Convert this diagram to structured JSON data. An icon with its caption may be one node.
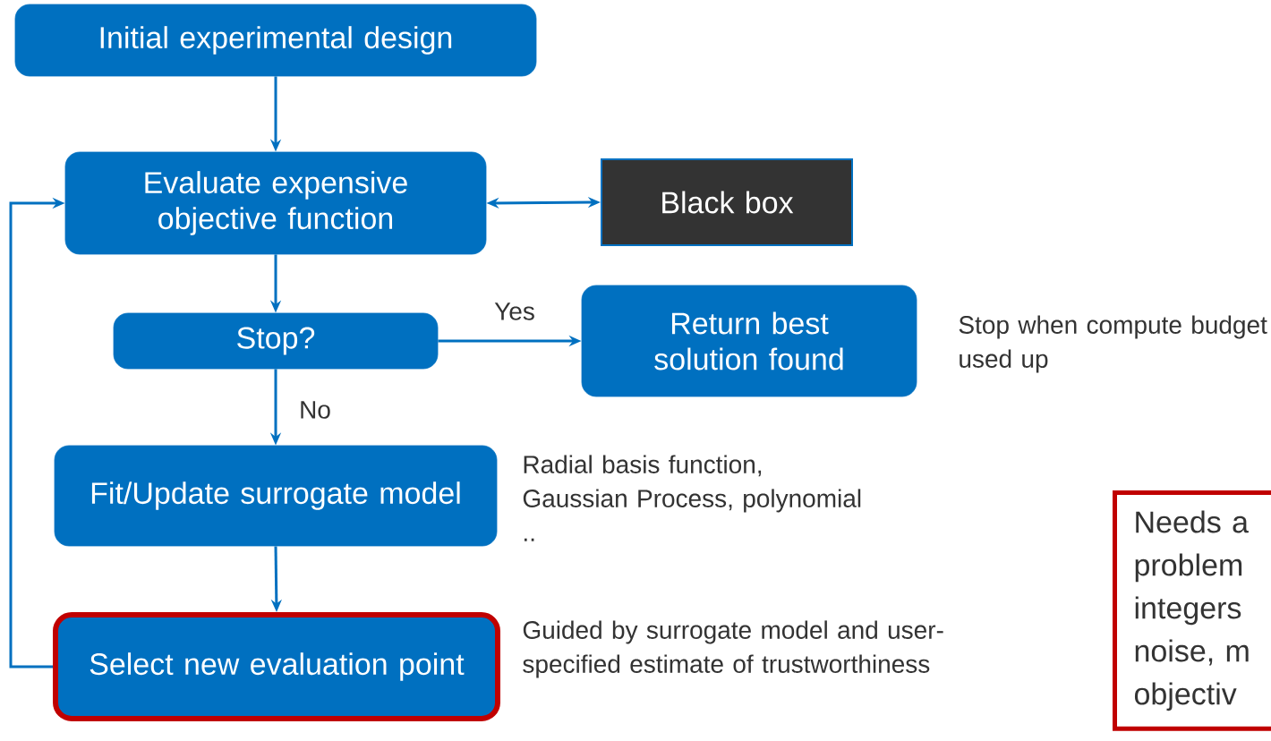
{
  "diagram": {
    "nodes": [
      {
        "text": [
          "Initial experimental design"
        ]
      },
      {
        "text": [
          "Evaluate expensive objective function"
        ]
      },
      {
        "text": [
          "Black box"
        ]
      },
      {
        "text": [
          "Stop?"
        ]
      },
      {
        "text": [
          "Return best solution found"
        ],
        "beside": [
          "Stop when compute budget used up"
        ]
      },
      {
        "text": [
          "Fit/Update surrogate model"
        ],
        "beside": [
          "Radial basis function, Gaussian Process, polynomial .."
        ]
      },
      {
        "text": [
          "Select new evaluation point"
        ],
        "beside": [
          "Guided by surrogate model and user-specified estimate of trustworthiness"
        ]
      },
      {
        "text": [
          "Needs a problem integers noise, m objectiv"
        ]
      }
    ],
    "edges": [
      {
        "from": 0,
        "to": 1,
        "arrow": "to"
      },
      {
        "from": 1,
        "to": 2,
        "arrow": "both"
      },
      {
        "from": 1,
        "to": 3,
        "arrow": "to"
      },
      {
        "from": 3,
        "to": 4,
        "arrow": "to",
        "label": "Yes"
      },
      {
        "from": 3,
        "to": 5,
        "arrow": "to",
        "label": "No"
      },
      {
        "from": 5,
        "to": 6,
        "arrow": "to"
      },
      {
        "from": 6,
        "to": 1,
        "arrow": "to"
      }
    ]
  }
}
